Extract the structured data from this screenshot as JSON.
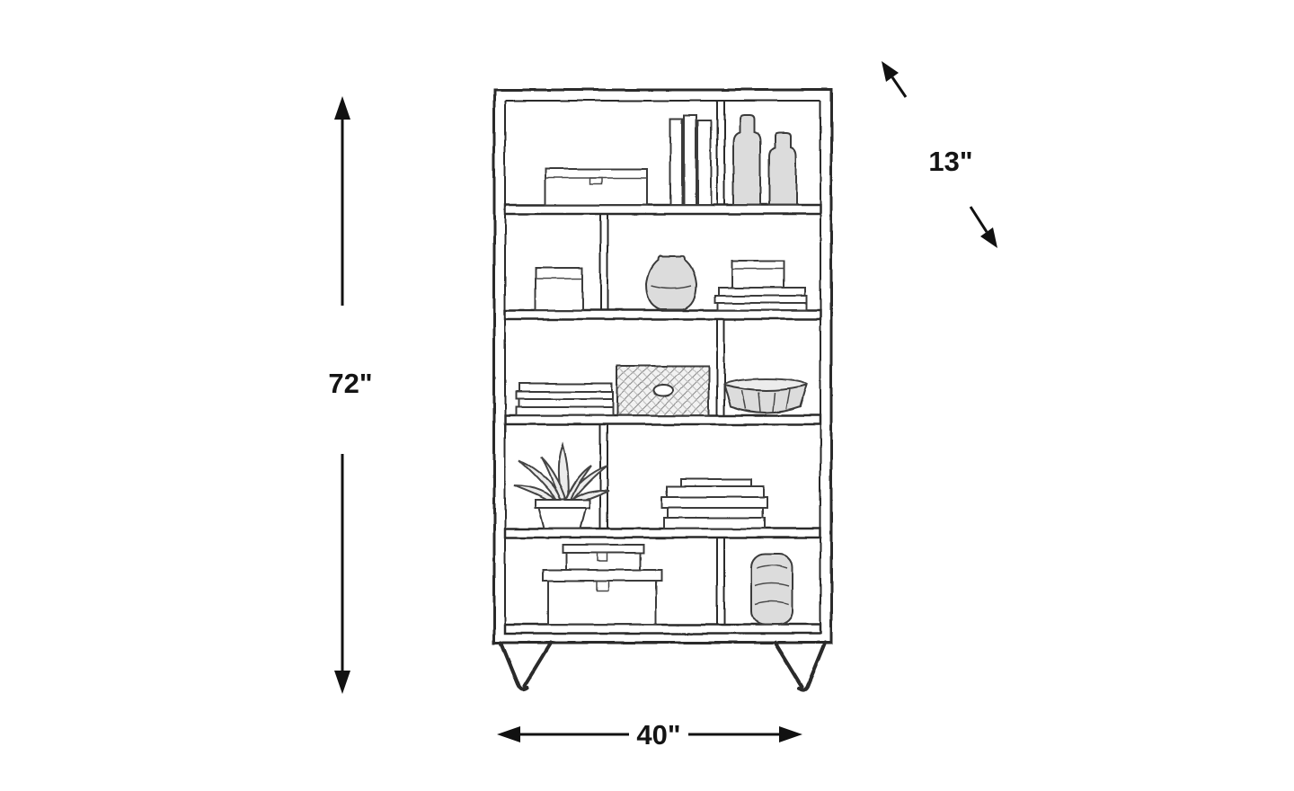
{
  "diagram": {
    "title": "Bookcase dimension diagram",
    "subject": "five-shelf etagere bookcase sketch with decor items and hairpin legs",
    "dimensions": {
      "height_label": "72\"",
      "width_label": "40\"",
      "depth_label": "13\""
    }
  }
}
